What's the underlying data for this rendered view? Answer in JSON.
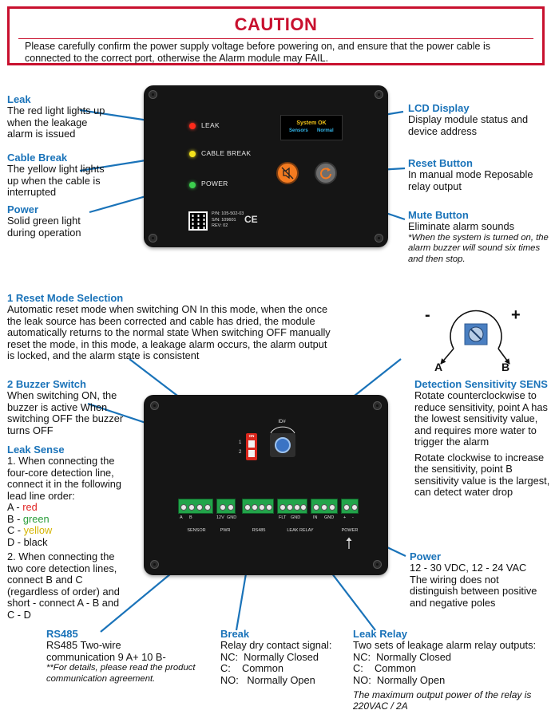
{
  "caution": {
    "title": "CAUTION",
    "text": "Please carefully confirm the power supply voltage before powering on, and ensure that the power cable is connected to the correct port, otherwise the Alarm module may FAIL."
  },
  "colors": {
    "accent": "#1a73b9",
    "caution": "#c8102e"
  },
  "front": {
    "leak": {
      "title": "Leak",
      "text": "The red light lights up when the leakage alarm is issued"
    },
    "cable_break": {
      "title": "Cable Break",
      "text": "The yellow light lights up when the cable is interrupted"
    },
    "power": {
      "title": "Power",
      "text": "Solid green light during operation"
    },
    "lcd": {
      "title": "LCD Display",
      "text": "Display module status and device address"
    },
    "reset": {
      "title": "Reset Button",
      "text": "In manual mode Reposable relay output"
    },
    "mute": {
      "title": "Mute Button",
      "text": "Eliminate alarm sounds",
      "note": "*When the system is turned on, the alarm buzzer will sound six times and then stop."
    },
    "device": {
      "led_leak": "LEAK",
      "led_cable": "CABLE BREAK",
      "led_power": "POWER",
      "lcd_line1": "System OK",
      "lcd_line2a": "Sensors",
      "lcd_line2b": "Normal",
      "pn": "P/N: 105-502-03",
      "sn": "S/N: 109601",
      "rev": "REV: 02",
      "ce": "CE"
    }
  },
  "back": {
    "reset_mode": {
      "title": "1 Reset Mode Selection",
      "text": "Automatic reset mode when switching ON In this mode, when the once the leak source has been corrected and cable has dried, the module automatically returns to the normal state When switching OFF manually reset the mode, in this mode, a leakage alarm occurs, the alarm output is locked, and the alarm state is consistent"
    },
    "buzzer": {
      "title": "2 Buzzer Switch",
      "text": "When switching ON, the buzzer is active When switching OFF the buzzer turns OFF"
    },
    "leak_sense": {
      "title": "Leak Sense",
      "text1": "1. When connecting the four-core detection line, connect it in the following lead line order:",
      "line_a": "A - ",
      "color_a": "red",
      "line_b": "B - ",
      "color_b": "green",
      "line_c": "C - ",
      "color_c": "yellow",
      "line_d": "D - black",
      "text2": "2. When connecting the two core detection lines, connect B and C (regardless of order) and short - connect A - B and C - D"
    },
    "sensitivity": {
      "title": "Detection Sensitivity SENS",
      "text1": "Rotate counterclockwise to reduce sensitivity, point A has the lowest sensitivity value, and requires more water to trigger the alarm",
      "text2": "Rotate clockwise to increase the sensitivity, point B sensitivity value is the largest, can detect water drop"
    },
    "power": {
      "title": "Power",
      "text1": "12 - 30 VDC, 12 - 24 VAC",
      "text2": "The wiring does not distinguish between positive and negative poles"
    },
    "rs485": {
      "title": "RS485",
      "text": "RS485 Two-wire communication 9 A+ 10 B-",
      "note": "**For details, please read the product communication agreement."
    },
    "break": {
      "title": "Break",
      "text0": "Relay dry contact signal:",
      "nc": "NC:  Normally Closed",
      "c": "C:    Common",
      "no": "NO:   Normally Open"
    },
    "leak_relay": {
      "title": "Leak Relay",
      "text0": "Two sets of leakage alarm relay outputs:",
      "nc": "NC:  Normally Closed",
      "c": "C:    Common",
      "no": "NO:  Normally Open",
      "note": "The maximum output power of the relay is 220VAC / 2A"
    },
    "knob": {
      "minus": "-",
      "plus": "+",
      "a": "A",
      "b": "B"
    },
    "device": {
      "id_label": "ID#",
      "sw1": "1",
      "sw2": "2",
      "sw_on": "ON",
      "pins": [
        "A",
        "B",
        "",
        "",
        "12V",
        "GND",
        "",
        "",
        "",
        "",
        "FLT",
        "GND",
        "IN",
        "GND",
        "+",
        "-"
      ],
      "groups": [
        "SENSOR",
        "PWR",
        "RS485",
        "LEAK RELAY",
        "POWER"
      ]
    }
  }
}
